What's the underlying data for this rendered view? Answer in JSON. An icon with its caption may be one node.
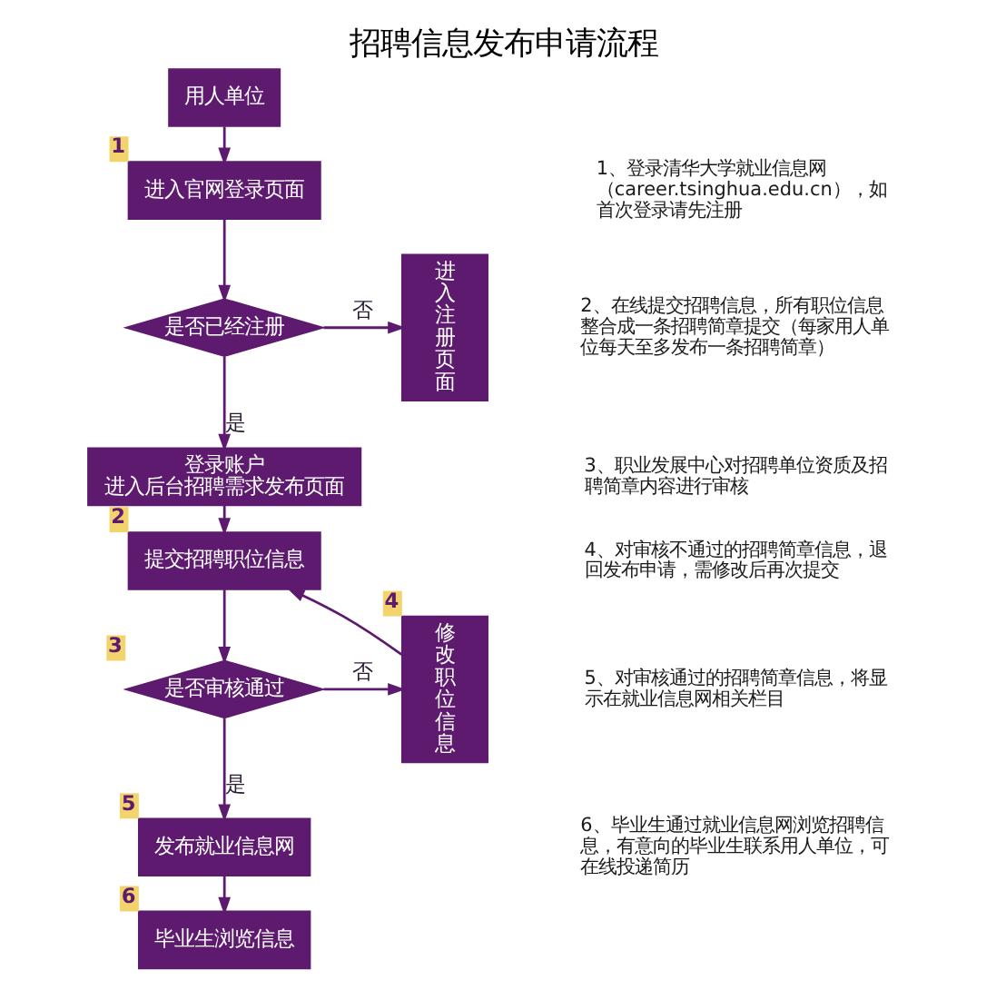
{
  "diagram": {
    "title": "招聘信息发布申请流程",
    "nodes": [
      {
        "text": [
          "用人单位"
        ]
      },
      {
        "text": [
          "进入官网登录页面"
        ],
        "beside": [
          "1"
        ]
      },
      {
        "text": [
          "是否已经注册"
        ]
      },
      {
        "text": [
          "进入注册页面"
        ]
      },
      {
        "text": [
          "登录账户",
          "进入后台招聘需求发布页面"
        ]
      },
      {
        "text": [
          "提交招聘职位信息"
        ],
        "beside": [
          "2"
        ]
      },
      {
        "text": [
          "是否审核通过"
        ],
        "beside": [
          "3"
        ]
      },
      {
        "text": [
          "修改职位信息"
        ],
        "beside": [
          "4"
        ]
      },
      {
        "text": [
          "发布就业信息网"
        ],
        "beside": [
          "5"
        ]
      },
      {
        "text": [
          "毕业生浏览信息"
        ],
        "beside": [
          "6"
        ]
      }
    ],
    "edges": [
      {
        "from": 0,
        "to": 1,
        "arrow": "to"
      },
      {
        "from": 1,
        "to": 2,
        "arrow": "to"
      },
      {
        "from": 2,
        "to": 3,
        "arrow": "to",
        "label": "否"
      },
      {
        "from": 2,
        "to": 4,
        "arrow": "to",
        "label": "是"
      },
      {
        "from": 4,
        "to": 5,
        "arrow": "to"
      },
      {
        "from": 5,
        "to": 6,
        "arrow": "to"
      },
      {
        "from": 6,
        "to": 7,
        "arrow": "to",
        "label": "否"
      },
      {
        "from": 7,
        "to": 5,
        "arrow": "to"
      },
      {
        "from": 6,
        "to": 8,
        "arrow": "to",
        "label": "是"
      },
      {
        "from": 8,
        "to": 9,
        "arrow": "to"
      }
    ],
    "labels": [
      "1、登录清华大学就业信息网（career.tsinghua.edu.cn），如首次登录请先注册",
      "2、在线提交招聘信息，所有职位信息整合成一条招聘简章提交（每家用人单位每天至多发布一条招聘简章）",
      "3、职业发展中心对招聘单位资质及招聘简章内容进行审核",
      "4、对审核不通过的招聘简章信息，退回发布申请，需修改后再次提交",
      "5、对审核通过的招聘简章信息，将显示在就业信息网相关栏目",
      "6、毕业生通过就业信息网浏览招聘信息，有意向的毕业生联系用人单位，可在线投递简历"
    ]
  }
}
